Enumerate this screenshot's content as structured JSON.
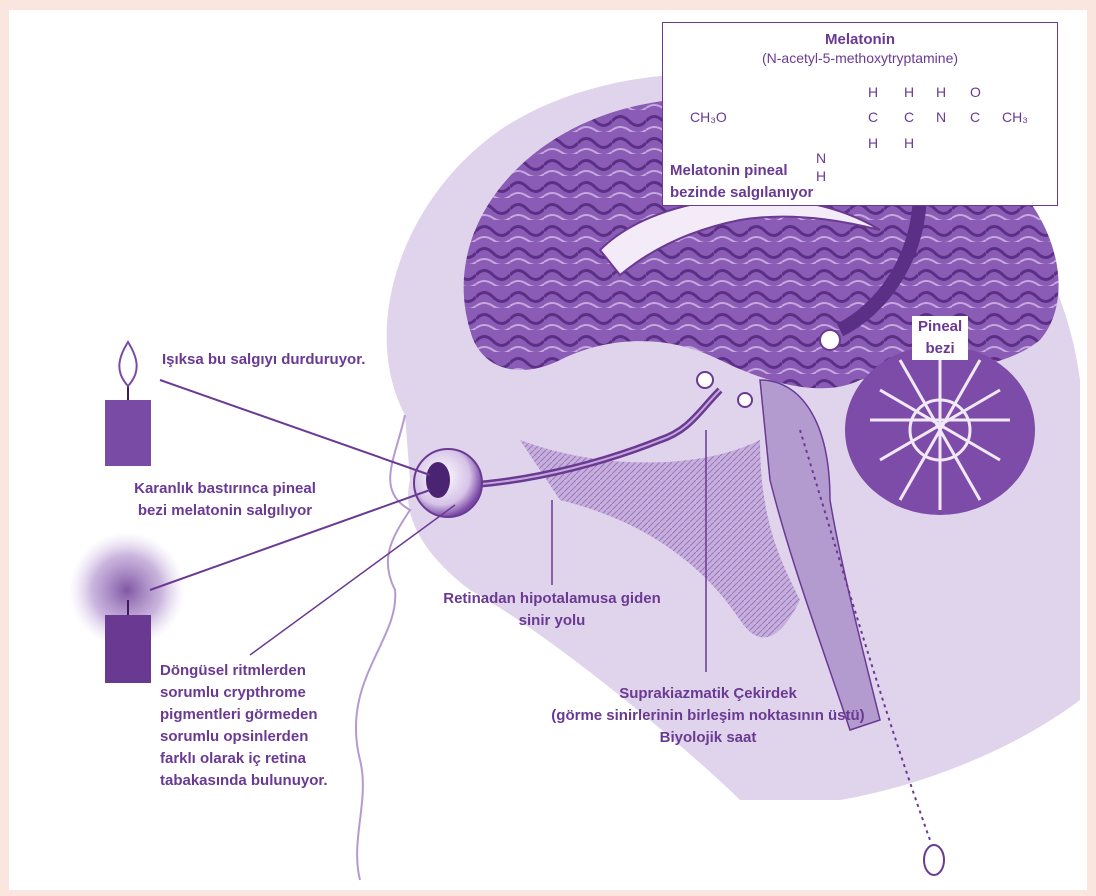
{
  "molecule": {
    "title": "Melatonin",
    "subtitle": "(N-acetyl-5-methoxytryptamine)",
    "methoxy": "CH₃O",
    "methyl": "CH₃",
    "n_amide": "N",
    "c_carbonyl": "C",
    "oxygen": "O",
    "ring_n": "N",
    "h": "H"
  },
  "labels": {
    "melatonin_secreted": [
      "Melatonin pineal",
      "bezinde salgılanıyor"
    ],
    "pineal_gland": [
      "Pineal",
      "bezi"
    ],
    "light_stops": "Işıksa bu salgıyı durduruyor.",
    "darkness": [
      "Karanlık bastırınca pineal",
      "bezi melatonin salgılıyor"
    ],
    "nerve_path": [
      "Retinadan hipotalamusa giden",
      "sinir yolu"
    ],
    "cryptochrome": [
      "Döngüsel ritmlerden",
      "sorumlu crypthrome",
      "pigmentleri görmeden",
      "sorumlu opsinlerden",
      "farklı olarak iç retina",
      "tabakasında bulunuyor."
    ],
    "scn": [
      "Suprakiazmatik Çekirdek",
      "(görme sinirlerinin birleşim noktasının üstü)",
      "Biyolojik saat"
    ]
  },
  "colors": {
    "ink": "#6a3a93",
    "brain": "#8a5cb5",
    "shade": "#5b2f86",
    "light": "#c4a8dd",
    "paper": "#fbe6df"
  }
}
